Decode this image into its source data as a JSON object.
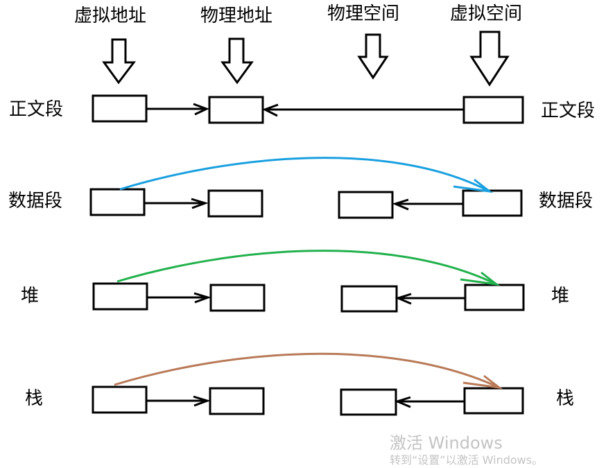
{
  "headers": {
    "virtual_address": "虚拟地址",
    "physical_address": "物理地址",
    "physical_space": "物理空间",
    "virtual_space": "虚拟空间"
  },
  "rows": [
    {
      "id": "text",
      "left_label": "正文段",
      "right_label": "正文段",
      "curve_color": null
    },
    {
      "id": "data",
      "left_label": "数据段",
      "right_label": "数据段",
      "curve_color": "#1aa0e0"
    },
    {
      "id": "heap",
      "left_label": "堆",
      "right_label": "堆",
      "curve_color": "#22b14c"
    },
    {
      "id": "stack",
      "left_label": "栈",
      "right_label": "栈",
      "curve_color": "#b97a57"
    }
  ],
  "colors": {
    "box_stroke": "#000000",
    "arrow_stroke": "#000000",
    "watermark": "#c4c4c4"
  },
  "watermark": {
    "title": "激活 Windows",
    "subtitle": "转到“设置”以激活 Windows。"
  }
}
